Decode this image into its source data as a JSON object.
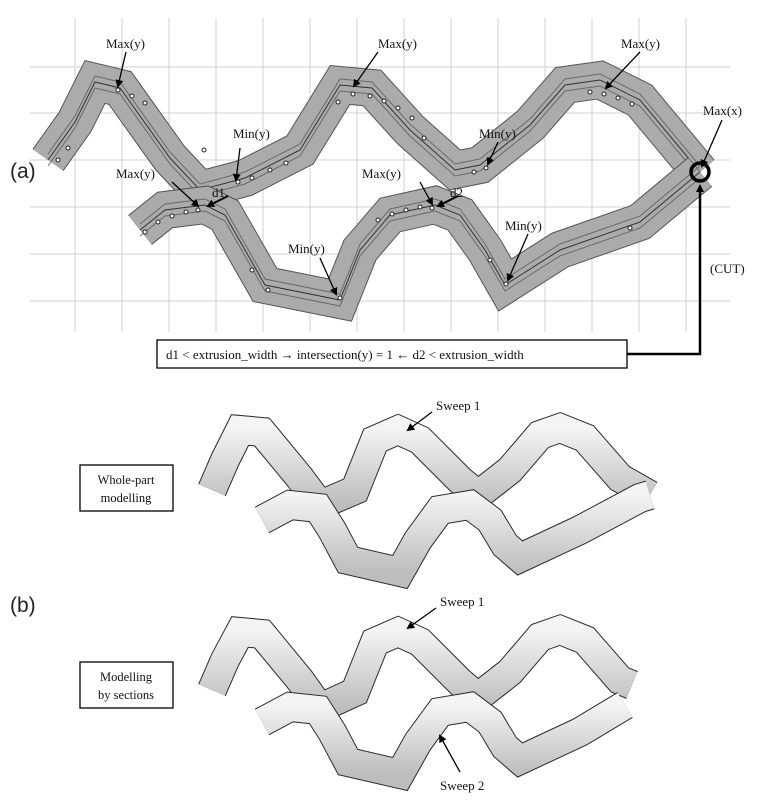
{
  "panels": {
    "a": "(a)",
    "b": "(b)"
  },
  "labels": {
    "max_y": "Max(y)",
    "min_y": "Min(y)",
    "max_x": "Max(x)",
    "d1": "d1",
    "d2": "d2",
    "cut": "(CUT)",
    "sweep1": "Sweep 1",
    "sweep2": "Sweep 2"
  },
  "formula": "d1 < extrusion_width  → intersection(y) = 1 ← d2 < extrusion_width",
  "boxes": {
    "whole_line1": "Whole-part",
    "whole_line2": "modelling",
    "sections_line1": "Modelling",
    "sections_line2": "by sections"
  },
  "colors": {
    "band": "#a9a9a9",
    "band_edge": "#555555",
    "grid": "#d0d0d0",
    "arrow": "#000000"
  }
}
